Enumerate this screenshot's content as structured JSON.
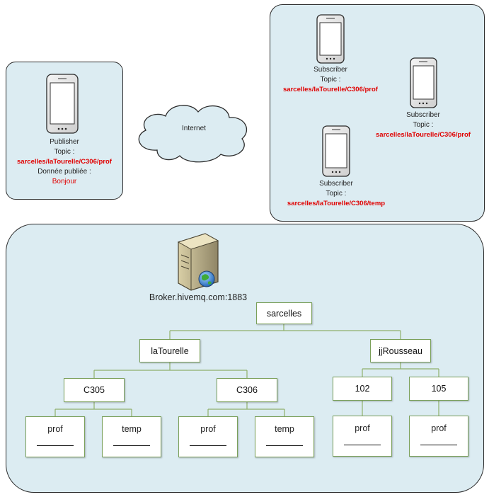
{
  "cloud": {
    "label": "Internet"
  },
  "publisher": {
    "role": "Publisher",
    "topic_label": "Topic :",
    "topic": "sarcelles/laTourelle/C306/prof",
    "data_label": "Donnée publiée :",
    "data_value": "Bonjour"
  },
  "subscribers": [
    {
      "role": "Subscriber",
      "topic_label": "Topic :",
      "topic": "sarcelles/laTourelle/C306/prof"
    },
    {
      "role": "Subscriber",
      "topic_label": "Topic :",
      "topic": "sarcelles/laTourelle/C306/prof"
    },
    {
      "role": "Subscriber",
      "topic_label": "Topic :",
      "topic": "sarcelles/laTourelle/C306/temp"
    }
  ],
  "broker": {
    "address": "Broker.hivemq.com:1883"
  },
  "tree": {
    "root": "sarcelles",
    "level1": [
      "laTourelle",
      "jjRousseau"
    ],
    "level2": [
      "C305",
      "C306",
      "102",
      "105"
    ],
    "leaves": [
      "prof",
      "temp",
      "prof",
      "temp",
      "prof",
      "prof"
    ]
  },
  "colors": {
    "panel": "#dcecf2",
    "topic": "#e00000",
    "node_border": "#7aa05a"
  }
}
